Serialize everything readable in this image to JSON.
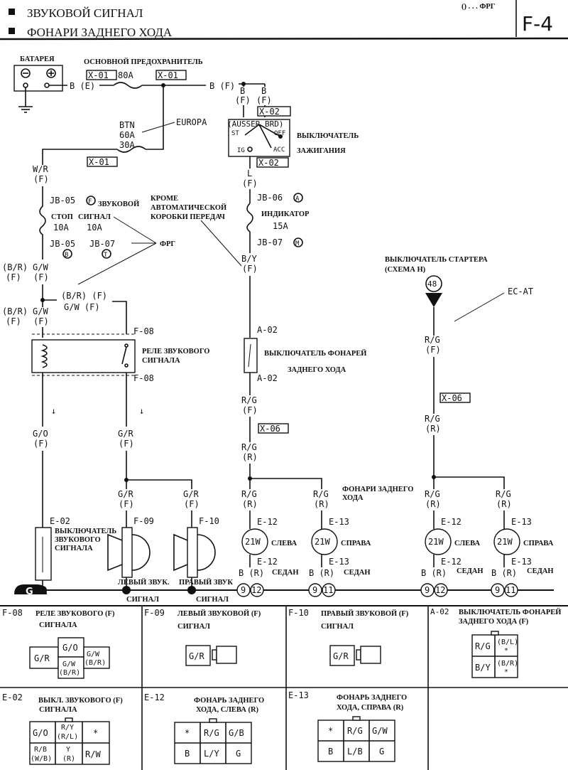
{
  "header": {
    "titles": [
      "ЗВУКОВОЙ СИГНАЛ",
      "ФОНАРИ ЗАДНЕГО ХОДА"
    ],
    "legend": "() . . . ФРГ",
    "page_code": "F-4"
  },
  "power": {
    "battery": "БАТАРЕЯ",
    "main_fuse": "ОСНОВНОЙ ПРЕДОХРАНИТЕЛЬ",
    "x01": "X-01",
    "a80": "80A",
    "b_e": "B (E)",
    "b_f": "B (F)",
    "b": "B",
    "f": "(F)",
    "btn": "BTN",
    "a60": "60A",
    "a30": "30A",
    "europa": "EUROPA"
  },
  "ignition": {
    "x02": "X-02",
    "ausser": "(AUSSER BRD)",
    "st": "ST",
    "off": "OFF",
    "ig": "IG",
    "acc": "ACC",
    "name1": "ВЫКЛЮЧАТЕЛЬ",
    "name2": "ЗАЖИГАНИЯ",
    "l": "L",
    "jb06": "JB-06",
    "jb06_pin": "A",
    "indicator": "ИНДИКАТОР",
    "a15": "15A",
    "jb07": "JB-07",
    "jb07_pin": "M",
    "by": "B/Y"
  },
  "horn_feed": {
    "wr": "W/R",
    "jb05": "JB-05",
    "jb05_pin_top": "F",
    "zvukovoy": "ЗВУКОВОЙ",
    "stop": "СТОП",
    "signal": "СИГНАЛ",
    "a10": "10A",
    "jb05_pin_b": "B",
    "jb07": "JB-07",
    "jb07_pin_t": "T",
    "frg": "ФРГ",
    "br": "(B/R)",
    "gw": "G/W",
    "br_f": "(B/R)  (F)",
    "gw_f": "G/W (F)",
    "except_at": [
      "КРОМЕ",
      "АВТОМАТИЧЕСКОЙ",
      "КОРОБКИ ПЕРЕДАЧ"
    ]
  },
  "relay": {
    "f08": "F-08",
    "name": [
      "РЕЛЕ ЗВУКОВОГО",
      "СИГНАЛА"
    ],
    "go": "G/O",
    "gr": "G/R",
    "e02": "E-02",
    "f09": "F-09",
    "f10": "F-10",
    "horn_switch": [
      "ВЫКЛЮЧАТЕЛЬ",
      "ЗВУКОВОГО",
      "СИГНАЛА"
    ],
    "left_horn": [
      "ЛЕВЫЙ ЗВУК.",
      "СИГНАЛ"
    ],
    "right_horn": [
      "ПРАВЫЙ ЗВУК",
      "СИГНАЛ"
    ],
    "ground": "G"
  },
  "reverse": {
    "a02": "A-02",
    "switch": [
      "ВЫКЛЮЧАТЕЛЬ ФОНАРЕЙ",
      "ЗАДНЕГО ХОДА"
    ],
    "rg": "R/G",
    "r": "(R)",
    "x06": "X-06",
    "lamps": [
      "ФОНАРИ ЗАДНЕГО",
      "ХОДА"
    ],
    "e12": "E-12",
    "e13": "E-13",
    "bulb": "21W",
    "left": "СЛЕВА",
    "right": "СПРАВА",
    "b_r": "B (R)",
    "sedan": "СЕДАН",
    "pin9": "9",
    "pin12": "12",
    "pin11": "11",
    "starter": [
      "ВЫКЛЮЧАТЕЛЬ СТАРТЕРА",
      "(СХЕМА H)"
    ],
    "ref48": "48",
    "ecat": "EC-AT"
  },
  "connectors": [
    {
      "code": "F-08",
      "name": [
        "РЕЛЕ ЗВУКОВОГО (F)",
        "СИГНАЛА"
      ],
      "pins": [
        "G/R",
        "G/O",
        "G/W",
        "(B/R)",
        "G/W",
        "(B/R)"
      ]
    },
    {
      "code": "F-09",
      "name": [
        "ЛЕВЫЙ ЗВУКОВОЙ (F)",
        "СИГНАЛ"
      ],
      "pins": [
        "G/R"
      ]
    },
    {
      "code": "F-10",
      "name": [
        "ПРАВЫЙ ЗВУКОВОЙ (F)",
        "СИГНАЛ"
      ],
      "pins": [
        "G/R"
      ]
    },
    {
      "code": "A-02",
      "name": [
        "ВЫКЛЮЧАТЕЛЬ ФОНАРЕЙ",
        "ЗАДНЕГО ХОДА     (F)"
      ],
      "pins": [
        "R/G",
        "(B/L)",
        "*",
        "B/Y",
        "(B/R)",
        "*"
      ]
    },
    {
      "code": "E-02",
      "name": [
        "ВЫКЛ. ЗВУКОВОГО   (F)",
        "СИГНАЛА"
      ],
      "pins": [
        "G/O",
        "R/Y",
        "(R/L)",
        "*",
        "R/B",
        "(W/B)",
        "Y",
        "(R)",
        "R/W"
      ]
    },
    {
      "code": "E-12",
      "name": [
        "ФОНАРЬ ЗАДНЕГО",
        "ХОДА, СЛЕВА   (R)"
      ],
      "pins": [
        "*",
        "R/G",
        "G/B",
        "B",
        "L/Y",
        "G"
      ]
    },
    {
      "code": "E-13",
      "name": [
        "ФОНАРЬ ЗАДНЕГО",
        "ХОДА, СПРАВА  (R)"
      ],
      "pins": [
        "*",
        "R/G",
        "G/W",
        "B",
        "L/B",
        "G"
      ]
    }
  ]
}
